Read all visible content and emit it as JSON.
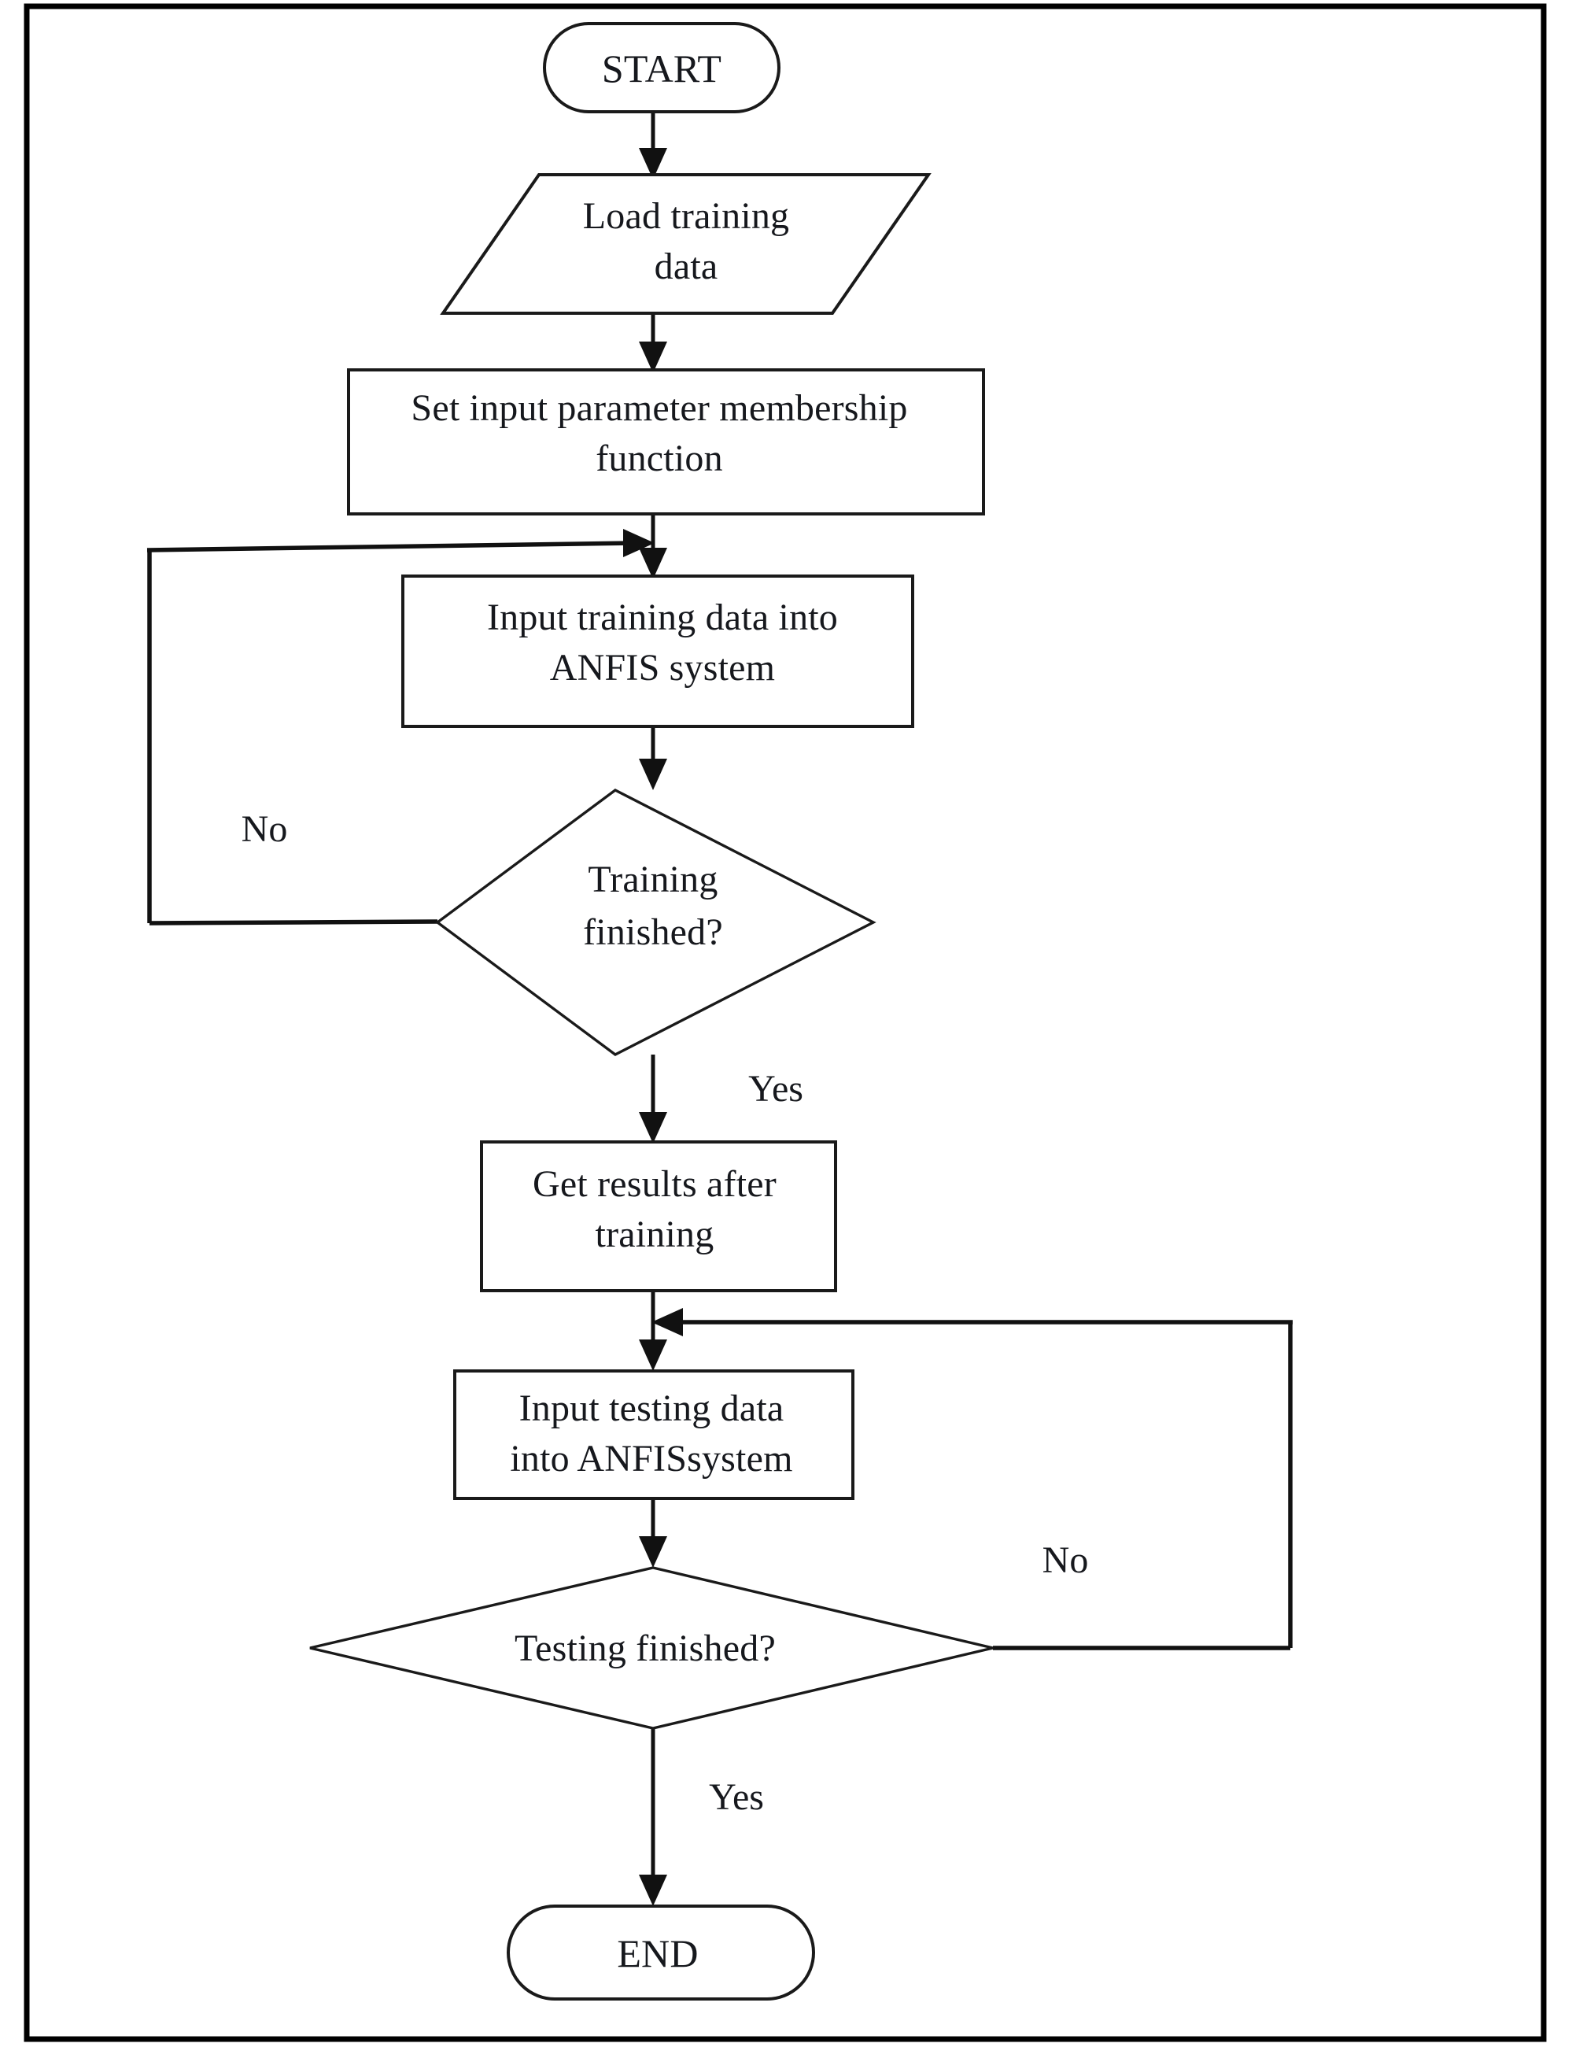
{
  "figure": {
    "kind": "flowchart",
    "frame_visible": true,
    "background_color": "#ffffff",
    "line_color": "#111111",
    "text_color": "#16181d"
  },
  "nodes": {
    "start": {
      "label": "START",
      "shape": "terminator"
    },
    "load_training_data": {
      "line1": "Load training",
      "line2": "data",
      "shape": "parallelogram-io"
    },
    "set_membership": {
      "line1": "Set input parameter membership",
      "line2": "function",
      "shape": "process"
    },
    "input_training": {
      "line1": "Input training data into",
      "line2": "ANFIS system",
      "shape": "process"
    },
    "training_finished": {
      "line1": "Training",
      "line2": "finished?",
      "shape": "decision"
    },
    "get_results": {
      "line1": "Get results after",
      "line2": "training",
      "shape": "process"
    },
    "input_testing": {
      "line1": "Input testing data",
      "line2": "into ANFISsystem",
      "shape": "process"
    },
    "testing_finished": {
      "line1": "Testing finished?",
      "shape": "decision"
    },
    "end": {
      "label": "END",
      "shape": "terminator"
    }
  },
  "edge_labels": {
    "training_no": "No",
    "training_yes": "Yes",
    "testing_no": "No",
    "testing_yes": "Yes"
  }
}
